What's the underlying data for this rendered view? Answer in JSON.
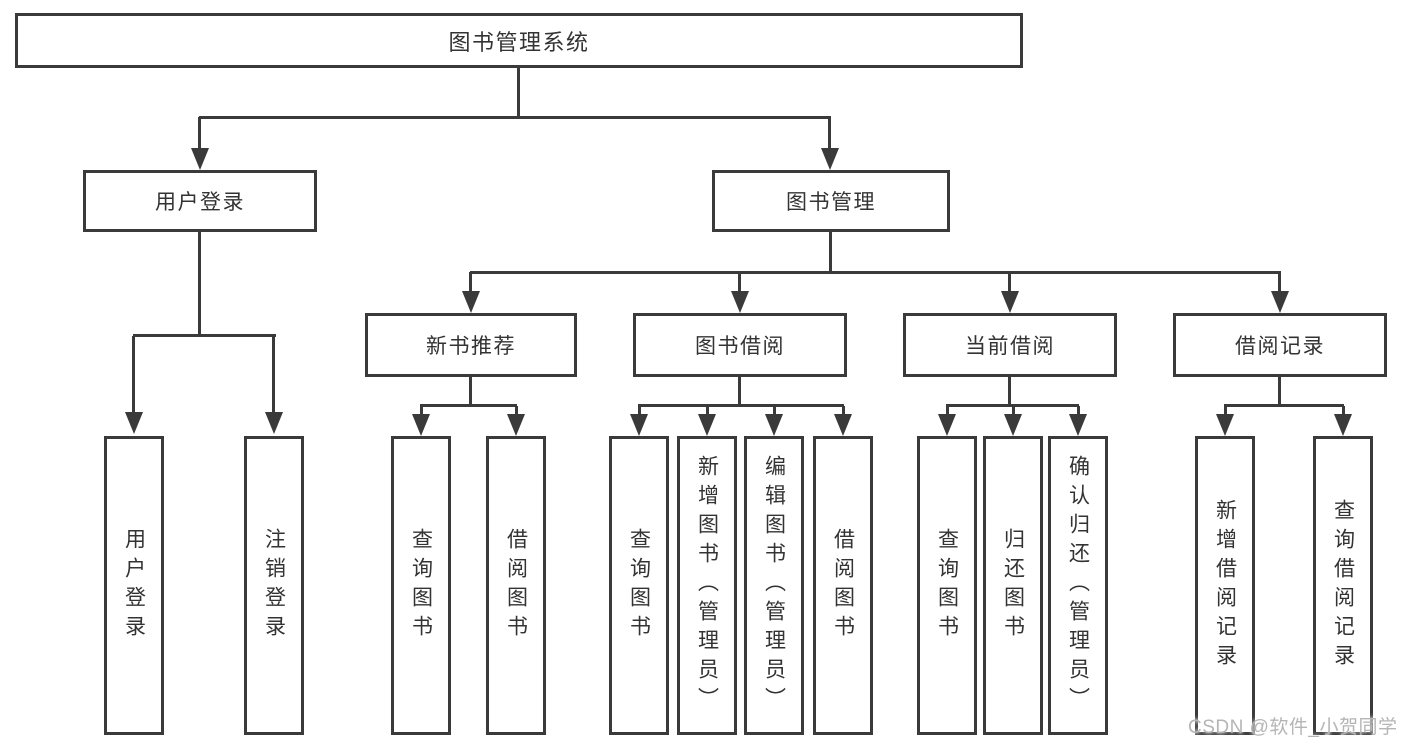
{
  "diagram": {
    "root": {
      "label": "图书管理系统"
    },
    "level2": [
      {
        "label": "用户登录",
        "leaves": [
          {
            "label": "用户登录"
          },
          {
            "label": "注销登录"
          }
        ]
      },
      {
        "label": "图书管理",
        "groups": [
          {
            "label": "新书推荐",
            "leaves": [
              {
                "label": "查询图书"
              },
              {
                "label": "借阅图书"
              }
            ]
          },
          {
            "label": "图书借阅",
            "leaves": [
              {
                "label": "查询图书"
              },
              {
                "label": "新增图书（管理员）"
              },
              {
                "label": "编辑图书（管理员）"
              },
              {
                "label": "借阅图书"
              }
            ]
          },
          {
            "label": "当前借阅",
            "leaves": [
              {
                "label": "查询图书"
              },
              {
                "label": "归还图书"
              },
              {
                "label": "确认归还（管理员）"
              }
            ]
          },
          {
            "label": "借阅记录",
            "leaves": [
              {
                "label": "新增借阅记录"
              },
              {
                "label": "查询借阅记录"
              }
            ]
          }
        ]
      }
    ]
  },
  "watermark": {
    "text": "CSDN @软件_小贺同学"
  },
  "colors": {
    "line": "#3a3a3a",
    "text": "#333333",
    "watermark": "#b5b5b5",
    "background": "#ffffff"
  }
}
